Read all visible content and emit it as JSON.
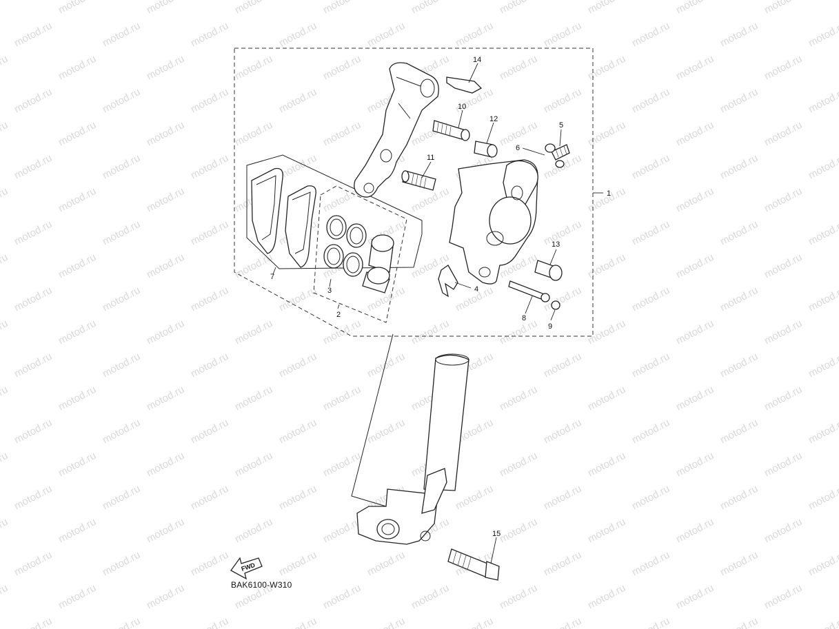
{
  "diagram": {
    "watermark_text": "motod.ru",
    "code": "BAK6100-W310",
    "fwd_label": "FWD",
    "callouts": [
      {
        "id": "1",
        "label": "1"
      },
      {
        "id": "2",
        "label": "2"
      },
      {
        "id": "3",
        "label": "3"
      },
      {
        "id": "4",
        "label": "4"
      },
      {
        "id": "5",
        "label": "5"
      },
      {
        "id": "6",
        "label": "6"
      },
      {
        "id": "7",
        "label": "7"
      },
      {
        "id": "8",
        "label": "8"
      },
      {
        "id": "9",
        "label": "9"
      },
      {
        "id": "10",
        "label": "10"
      },
      {
        "id": "11",
        "label": "11"
      },
      {
        "id": "12",
        "label": "12"
      },
      {
        "id": "13",
        "label": "13"
      },
      {
        "id": "14",
        "label": "14"
      },
      {
        "id": "15",
        "label": "15"
      }
    ]
  }
}
